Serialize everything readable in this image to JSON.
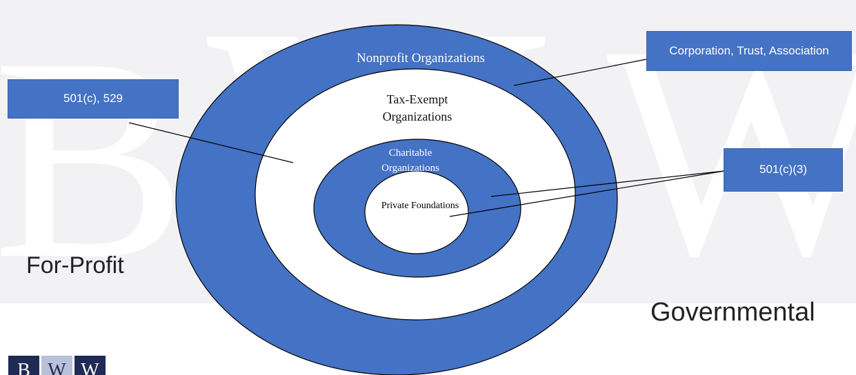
{
  "colors": {
    "ring_fill": "#4472c4",
    "ring_stroke": "#000000",
    "inner_fill": "#ffffff",
    "backdrop": "#f2f2f5",
    "logo_dark": "#1f2a55",
    "logo_light": "#b9c0da"
  },
  "rings": {
    "nonprofit": "Nonprofit Organizations",
    "tax_exempt_line1": "Tax-Exempt",
    "tax_exempt_line2": "Organizations",
    "charitable_line1": "Charitable",
    "charitable_line2": "Organizations",
    "private": "Private Foundations"
  },
  "callouts": {
    "left": "501(c), 529",
    "top_right": "Corporation, Trust, Association",
    "right": "501(c)(3)"
  },
  "outside_labels": {
    "for_profit": "For-Profit",
    "governmental": "Governmental"
  },
  "logo": {
    "letters": [
      "B",
      "W",
      "W"
    ],
    "icon": "firm-logo"
  }
}
